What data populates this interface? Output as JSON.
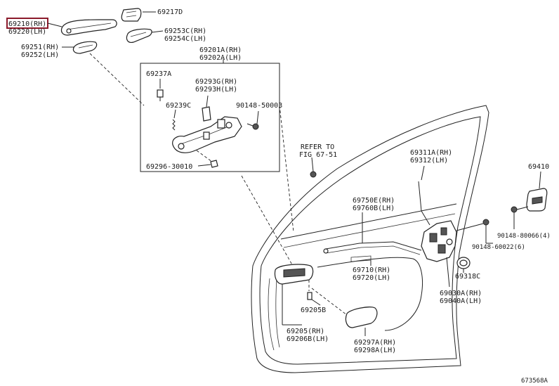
{
  "highlight": {
    "color": "#8b1a2b"
  },
  "labels": {
    "l69210": "69210(RH)",
    "l69220": "69220(LH)",
    "l69217d": "69217D",
    "l69253c": "69253C(RH)",
    "l69254c": "69254C(LH)",
    "l69251": "69251(RH)",
    "l69252": "69252(LH)",
    "l69201a": "69201A(RH)",
    "l69202a": "69202A(LH)",
    "l69237a": "69237A",
    "l69293g": "69293G(RH)",
    "l69293h": "69293H(LH)",
    "l69239c": "69239C",
    "l90148_50003": "90148-50003",
    "l69296": "69296-30010",
    "l_refer1": "REFER TO",
    "l_refer2": "FIG 67-51",
    "l69311a": "69311A(RH)",
    "l69312": "69312(LH)",
    "l69410": "69410",
    "l69750e": "69750E(RH)",
    "l69760b": "69760B(LH)",
    "l90148_80066": "90148-80066(4)",
    "l90148_60022": "90148-60022(6)",
    "l69710": "69710(RH)",
    "l69720": "69720(LH)",
    "l69318c": "69318C",
    "l69030a": "69030A(RH)",
    "l69040a": "69040A(LH)",
    "l69205b": "69205B",
    "l69205": "69205(RH)",
    "l69206b": "69206B(LH)",
    "l69297a": "69297A(RH)",
    "l69298a": "69298A(LH)",
    "l_ref": "673568A"
  }
}
